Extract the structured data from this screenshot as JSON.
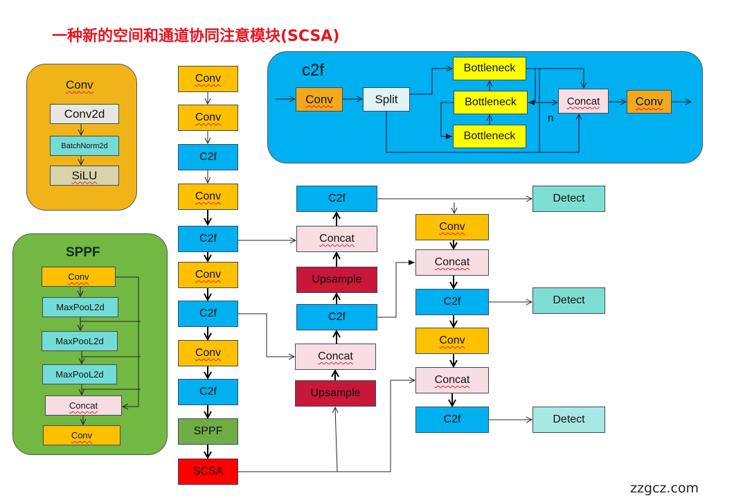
{
  "title": "一种新的空间和通道协同注意模块(SCSA)",
  "watermark": "zzgcz.com",
  "colors": {
    "conv": "#ffc000",
    "c2f": "#00b0f0",
    "concat": "#f8dde3",
    "upsample": "#c8173a",
    "detect": "#7fded4",
    "sppf": "#70ad47",
    "scsa": "#ff0000",
    "bottleneck": "#ffff00",
    "title": "#e8141e"
  },
  "conv_panel": {
    "title": "Conv",
    "items": [
      "Conv2d",
      "BatchNorm2d",
      "SiLU"
    ]
  },
  "sppf_panel": {
    "title": "SPPF",
    "items": [
      "Conv",
      "MaxPooL2d",
      "MaxPooL2d",
      "MaxPooL2d",
      "Concat",
      "Conv"
    ]
  },
  "c2f_panel": {
    "title": "c2f",
    "conv_in": "Conv",
    "split": "Split",
    "bottlenecks": [
      "Bottleneck",
      "Bottleneck",
      "Bottleneck"
    ],
    "n_label": "n",
    "concat": "Concat",
    "conv_out": "Conv"
  },
  "backbone": [
    "Conv",
    "Conv",
    "C2f",
    "Conv",
    "C2f",
    "Conv",
    "C2f",
    "Conv",
    "C2f",
    "SPPF",
    "SCSA"
  ],
  "neck_up": {
    "c2f_top": "C2f",
    "concat_1": "Concat",
    "upsample_1": "Upsample",
    "c2f_mid": "C2f",
    "concat_2": "Concat",
    "upsample_2": "Upsample"
  },
  "neck_down": {
    "conv_1": "Conv",
    "concat_1": "Concat",
    "c2f_1": "C2f",
    "conv_2": "Conv",
    "concat_2": "Concat",
    "c2f_2": "C2f"
  },
  "heads": [
    "Detect",
    "Detect",
    "Detect"
  ]
}
